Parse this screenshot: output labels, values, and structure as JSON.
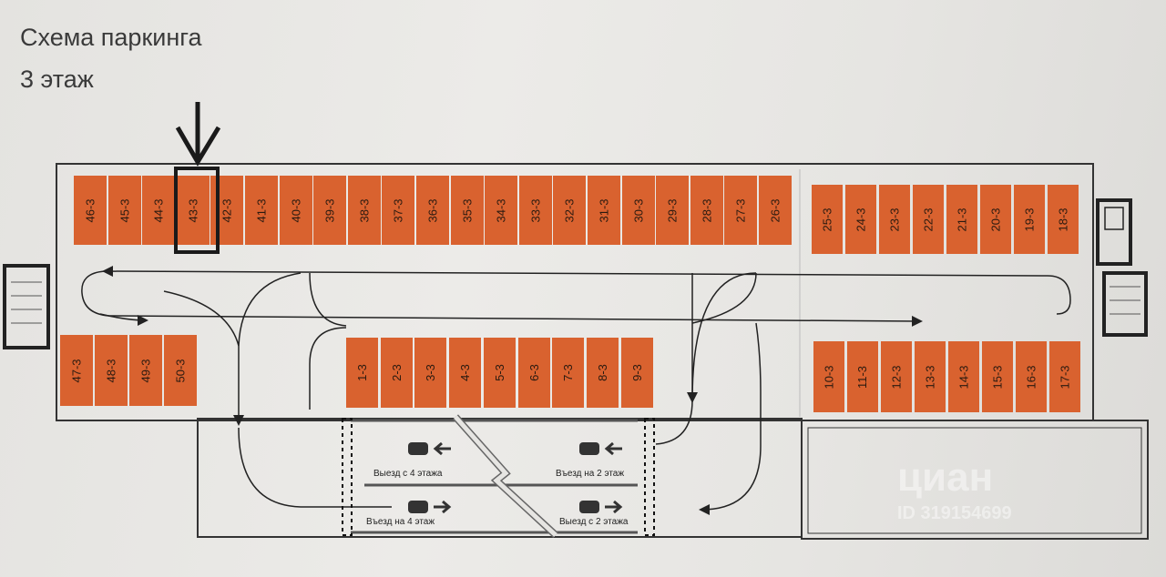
{
  "title": {
    "line1": "Схема паркинга",
    "line2": "3 этаж"
  },
  "selected_spot": "43-3",
  "spot_color": "#d9622f",
  "rows": {
    "top_left": [
      "46-3",
      "45-3",
      "44-3",
      "43-3",
      "42-3",
      "41-3",
      "40-3",
      "39-3",
      "38-3",
      "37-3",
      "36-3",
      "35-3",
      "34-3",
      "33-3",
      "32-3",
      "31-3",
      "30-3",
      "29-3",
      "28-3",
      "27-3",
      "26-3"
    ],
    "top_right": [
      "25-3",
      "24-3",
      "23-3",
      "22-3",
      "21-3",
      "20-3",
      "19-3",
      "18-3"
    ],
    "bottom_left": [
      "47-3",
      "48-3",
      "49-3",
      "50-3"
    ],
    "bottom_middle": [
      "1-3",
      "2-3",
      "3-3",
      "4-3",
      "5-3",
      "6-3",
      "7-3",
      "8-3",
      "9-3"
    ],
    "bottom_right": [
      "10-3",
      "11-3",
      "12-3",
      "13-3",
      "14-3",
      "15-3",
      "16-3",
      "17-3"
    ]
  },
  "ramps": {
    "exit_from_4": "Выезд с 4 этажа",
    "entry_to_2": "Въезд на 2 этаж",
    "entry_to_4": "Въезд на 4 этаж",
    "exit_from_2": "Выезд с 2 этажа"
  },
  "watermark": {
    "brand": "циан",
    "id": "ID 319154699"
  }
}
